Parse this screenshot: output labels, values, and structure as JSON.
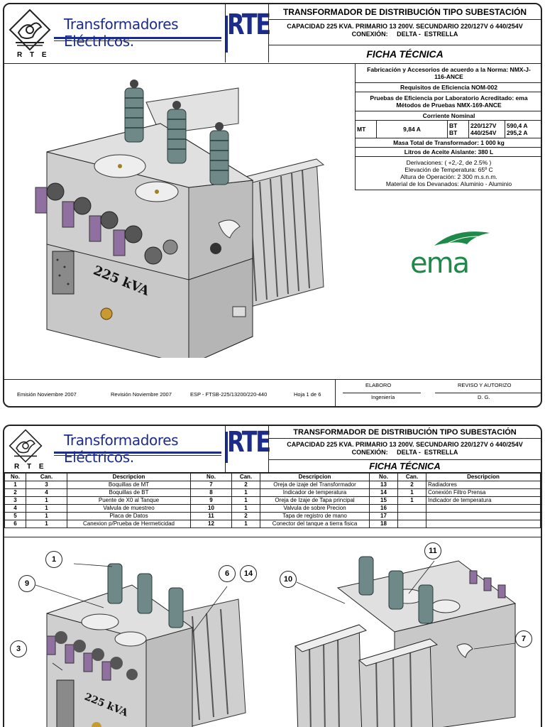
{
  "company": {
    "brand": "Transformadores Eléctricos.",
    "short": "RTE",
    "logo_caption": "R T E"
  },
  "sheet1": {
    "title": "TRANSFORMADOR DE DISTRIBUCIÓN TIPO SUBESTACIÓN",
    "subtitle_line1": "CAPACIDAD 225 KVA. PRIMARIO 13 200V. SECUNDARIO 220/127V ó 440/254V",
    "subtitle_line2": "CONEXIÓN:     DELTA -  ESTRELLA",
    "section": "FICHA TÉCNICA",
    "specs": {
      "fabricacion": "Fabricación y Accesorios  de acuerdo a la Norma: NMX-J-116-ANCE",
      "eficiencia": "Requisitos de Eficiencia NOM-002",
      "pruebas": "Pruebas de Eficiencia por Laboratorio Acreditado: ema Métodos de Pruebas NMX-169-ANCE",
      "corriente_title": "Corriente Nominal",
      "mt_label": "MT",
      "mt_value": "9,84  A",
      "bt_label_1": "BT",
      "bt_label_2": "BT",
      "bt_voltage_1": "220/127V",
      "bt_voltage_2": "440/254V",
      "bt_current_1": "590,4 A",
      "bt_current_2": "295,2 A",
      "masa": "Masa Total de Transformador:   1 000 kg",
      "aceite": "Litros de Aceite Aislante:     380 L",
      "derivaciones": "Derivaciones: ( +2,-2, de 2.5% )",
      "elevacion": "Elevación de Temperatura: 65º C",
      "altura": "Altura de Operación: 2 300 m.s.n.m.",
      "material": "Material de los Devanados: Aluminio - Aluminio"
    },
    "drawing_label": "225 kVA",
    "ema_logo_text": "ema",
    "footer": {
      "emision": "Emisión Noviembre 2007",
      "revision": "Revisión Noviembre 2007",
      "esp": "ESP - FTSB-225/13200/220-440",
      "hoja": "Hoja 1 de 6",
      "elaboro": "ELABORO",
      "reviso": "REVISO Y AUTORIZO",
      "ingenieria": "Ingeniería",
      "dg": "D. G."
    }
  },
  "sheet2": {
    "title": "TRANSFORMADOR DE DISTRIBUCIÓN TIPO SUBESTACIÓN",
    "subtitle_line1": "CAPACIDAD 225 KVA.  PRIMARIO 13 200V. SECUNDARIO 220/127V ó 440/254V",
    "subtitle_line2": "CONEXIÓN:     DELTA -  ESTRELLA",
    "section": "FICHA TÉCNICA",
    "table_headers": [
      "No.",
      "Can.",
      "Descripcion",
      "No.",
      "Can.",
      "Descripcion",
      "No.",
      "Can.",
      "Descripcion"
    ],
    "rows": [
      [
        "1",
        "3",
        "Boquillas de MT",
        "7",
        "2",
        "Oreja de izaje del Transformador",
        "13",
        "2",
        "Radiadores"
      ],
      [
        "2",
        "4",
        "Boquillas de BT",
        "8",
        "1",
        "Indicador de temperatura",
        "14",
        "1",
        "Conexión Filtro Prensa"
      ],
      [
        "3",
        "1",
        "Puente de X0 al Tanque",
        "9",
        "1",
        "Oreja de Izaje de Tapa principal",
        "15",
        "1",
        "Indicador de temperatura"
      ],
      [
        "4",
        "1",
        "Valvula  de muestreo",
        "10",
        "1",
        "Valvula de sobre Precion",
        "16",
        "",
        ""
      ],
      [
        "5",
        "1",
        "Placa de Datos",
        "11",
        "2",
        "Tapa de registro de mano",
        "17",
        "",
        ""
      ],
      [
        "6",
        "1",
        "Canexion p/Prueba de Hermeticidad",
        "12",
        "1",
        "Conector del tanque a tierra fisica",
        "18",
        "",
        ""
      ]
    ],
    "callouts": [
      "1",
      "9",
      "6",
      "14",
      "3",
      "10",
      "11",
      "7"
    ],
    "drawing_label": "225 kVA"
  }
}
